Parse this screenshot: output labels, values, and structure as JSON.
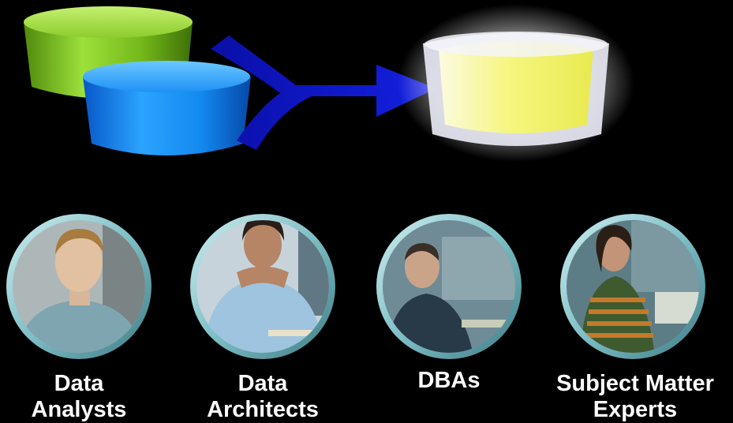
{
  "colors": {
    "background": "#000000",
    "source_db_1": "#7cc41c",
    "source_db_2": "#1a8cff",
    "target_db": "#f2f28c",
    "arrow": "#0a10c8",
    "portrait_frame": "#8ec9cf"
  },
  "icons": [
    "database-cylinder-green",
    "database-cylinder-blue",
    "merge-arrow",
    "database-cylinder-glowing",
    "person-portrait"
  ],
  "roles": [
    {
      "line1": "Data",
      "line2": "Analysts"
    },
    {
      "line1": "Data",
      "line2": "Architects"
    },
    {
      "line1": "DBAs",
      "line2": ""
    },
    {
      "line1": "Subject Matter",
      "line2": "Experts"
    }
  ]
}
